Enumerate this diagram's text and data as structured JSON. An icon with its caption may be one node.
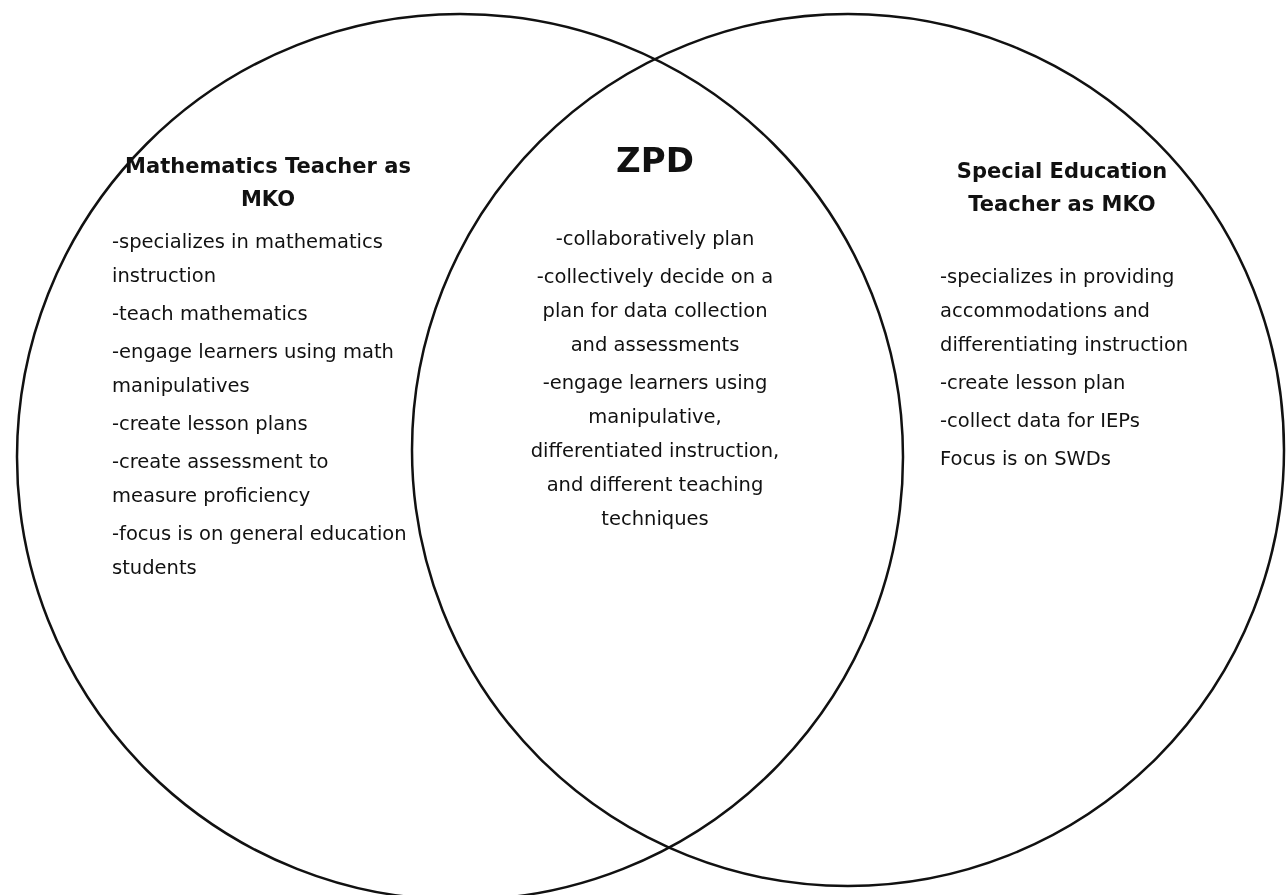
{
  "diagram": {
    "nodes": [
      {
        "text": [
          "Mathematics Teacher as MKO",
          "-specializes in mathematics instruction",
          "-teach mathematics",
          "-engage learners using math manipulatives",
          "-create lesson plans",
          "-create assessment to measure proficiency",
          "-focus is on general education students"
        ]
      },
      {
        "text": [
          "Special Education Teacher as MKO",
          "-specializes in providing accommodations and differentiating instruction",
          "-create lesson plan",
          "-collect data for IEPs",
          "Focus is on SWDs"
        ]
      }
    ],
    "labels": [
      "ZPD",
      "-collaboratively plan",
      "-collectively decide on a plan for data collection and assessments",
      "-engage learners using manipulative, differentiated instruction, and different teaching techniques"
    ]
  }
}
